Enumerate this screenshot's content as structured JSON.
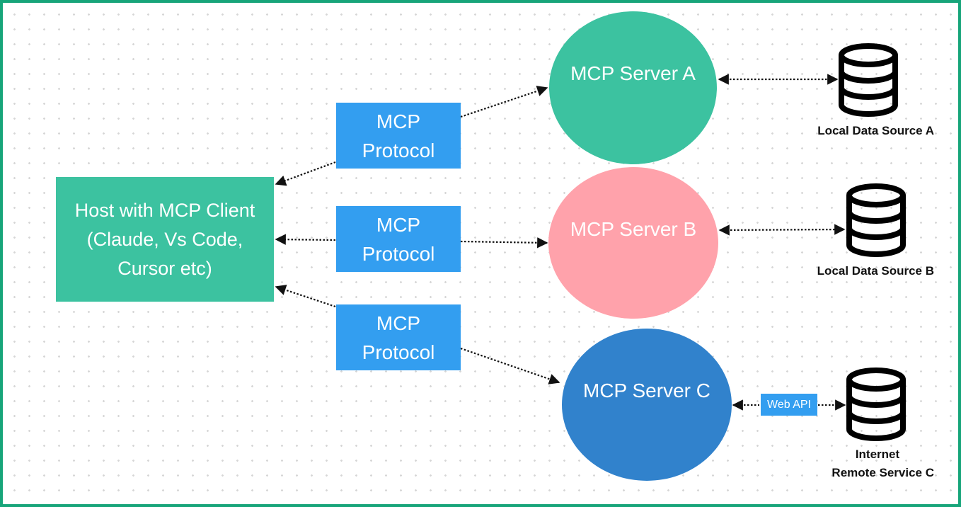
{
  "host": {
    "label_lines": [
      "Host with MCP Client",
      "(Claude, Vs Code,",
      "Cursor etc)"
    ]
  },
  "protocols": [
    {
      "line1": "MCP",
      "line2": "Protocol"
    },
    {
      "line1": "MCP",
      "line2": "Protocol"
    },
    {
      "line1": "MCP",
      "line2": "Protocol"
    }
  ],
  "servers": [
    {
      "label": "MCP Server A",
      "color": "#3cc2a0"
    },
    {
      "label": "MCP Server B",
      "color": "#ffa2ab"
    },
    {
      "label": "MCP Server C",
      "color": "#3182cc"
    }
  ],
  "web_api": {
    "label": "Web API"
  },
  "data_sources": [
    {
      "label": "Local Data Source A",
      "icon": "database-icon"
    },
    {
      "label": "Local Data Source B",
      "icon": "database-icon"
    },
    {
      "label_line1": "Internet",
      "label_line2": "Remote Service C",
      "icon": "database-icon"
    }
  ],
  "colors": {
    "border": "#17a57a",
    "host": "#3cc2a0",
    "protocol": "#339ef0",
    "connector": "#111111"
  }
}
